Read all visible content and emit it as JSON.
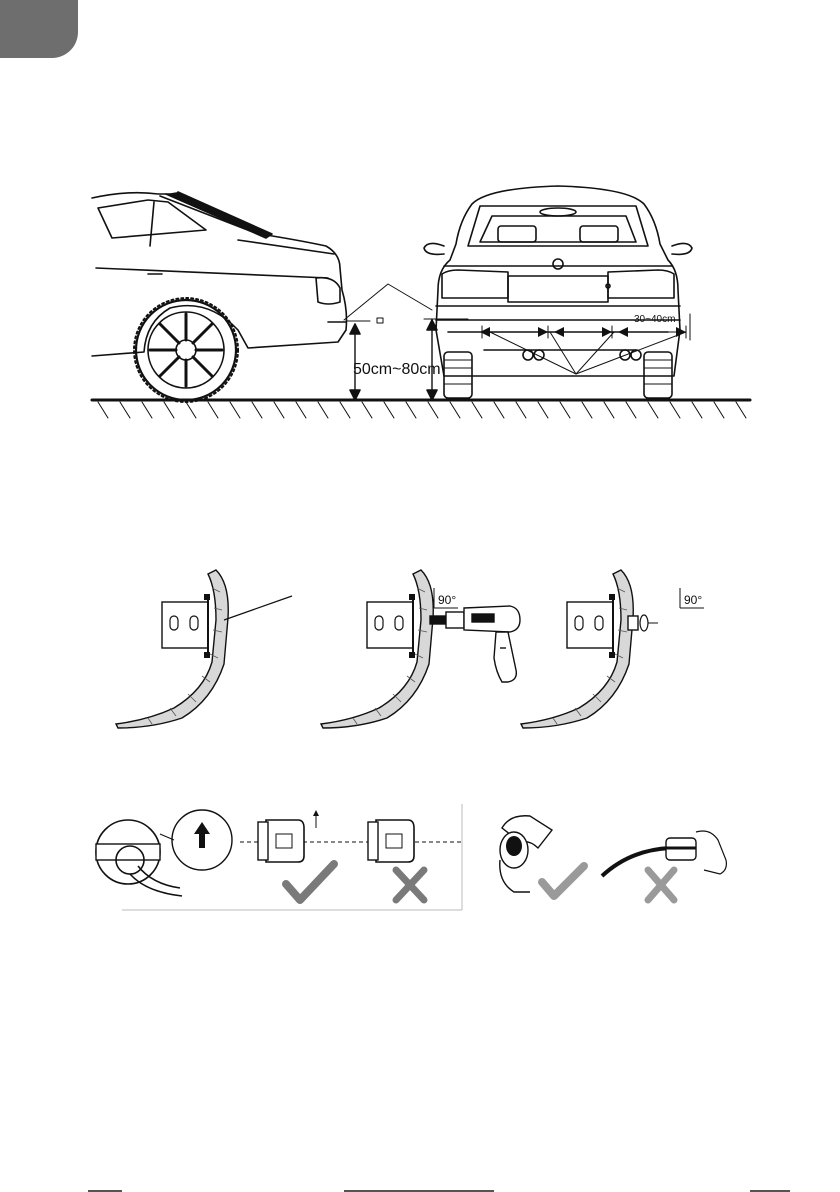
{
  "labels": {
    "mount_height": "50cm~80cm",
    "sensor_spacing": "30~40cm",
    "angle_drill": "90°",
    "angle_sensor": "90°"
  },
  "icons": [
    "check-icon",
    "cross-icon",
    "arrow-up-icon"
  ],
  "colors": {
    "corner_tab": "#6e6e6e",
    "check_mark": "#7a7a7a",
    "line_art": "#111111"
  }
}
